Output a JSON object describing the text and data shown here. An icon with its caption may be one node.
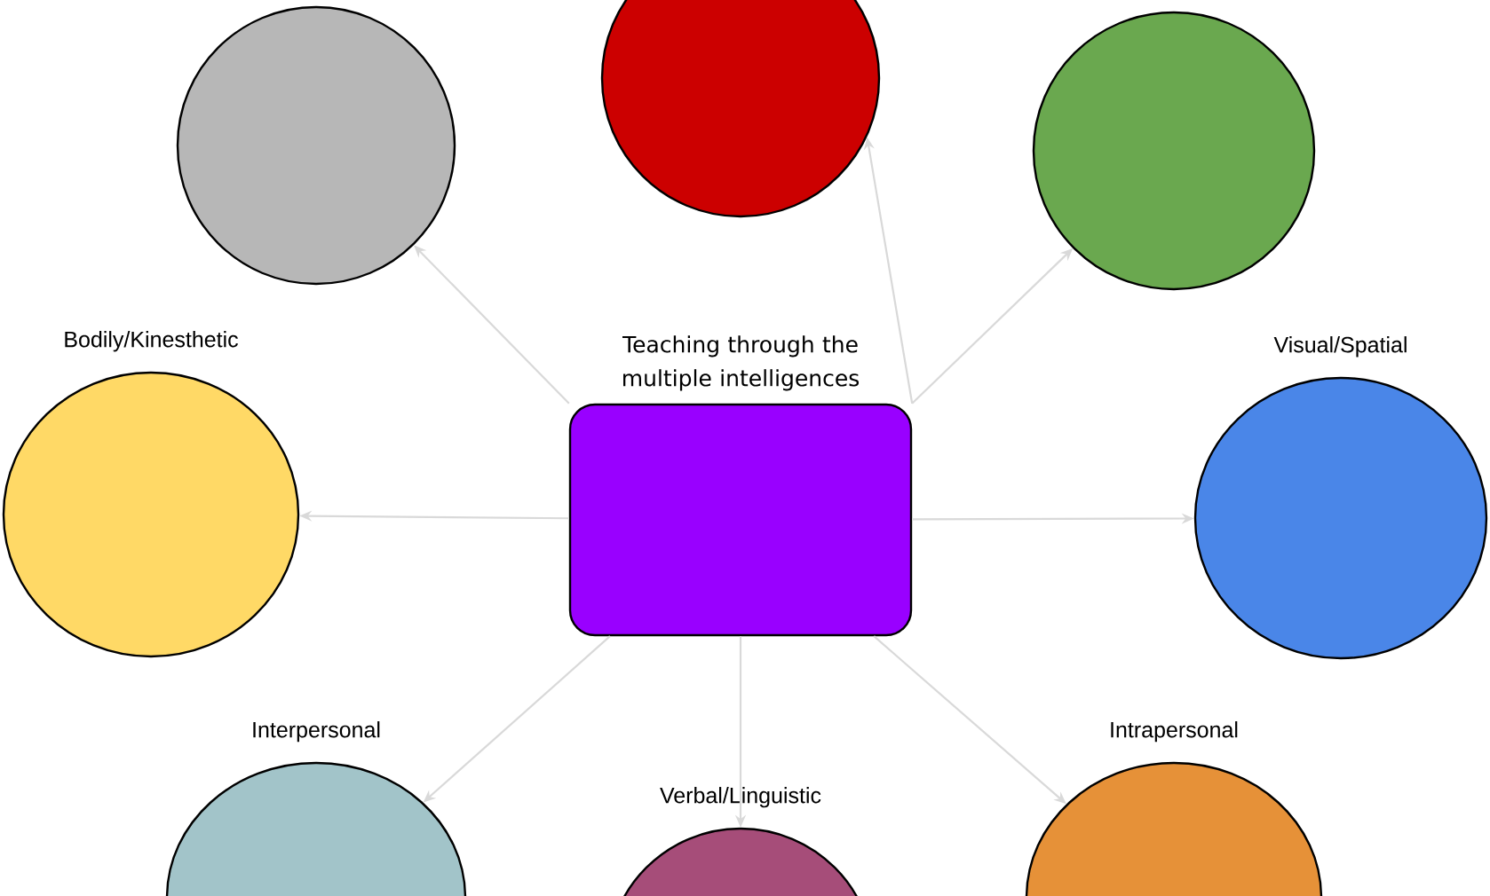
{
  "diagram": {
    "nodes": [
      {
        "text": [
          "Teaching through the multiple intelligences"
        ]
      },
      {
        "text": [],
        "shape": "circle"
      },
      {
        "text": [],
        "shape": "circle"
      },
      {
        "text": [],
        "shape": "circle"
      },
      {
        "text": [
          "Bodily/Kinesthetic"
        ]
      },
      {
        "text": [
          "Visual/Spatial"
        ]
      },
      {
        "text": [
          "Interpersonal"
        ]
      },
      {
        "text": [
          "Verbal/Linguistic"
        ]
      },
      {
        "text": [
          "Intrapersonal"
        ]
      }
    ],
    "edges": [
      {
        "from": 0,
        "to": 1,
        "arrow": "to"
      },
      {
        "from": 0,
        "to": 2,
        "arrow": "to"
      },
      {
        "from": 0,
        "to": 3,
        "arrow": "to"
      },
      {
        "from": 0,
        "to": 4,
        "arrow": "to"
      },
      {
        "from": 0,
        "to": 5,
        "arrow": "to"
      },
      {
        "from": 0,
        "to": 6,
        "arrow": "to"
      },
      {
        "from": 0,
        "to": 7,
        "arrow": "to"
      },
      {
        "from": 0,
        "to": 8,
        "arrow": "to"
      }
    ]
  }
}
